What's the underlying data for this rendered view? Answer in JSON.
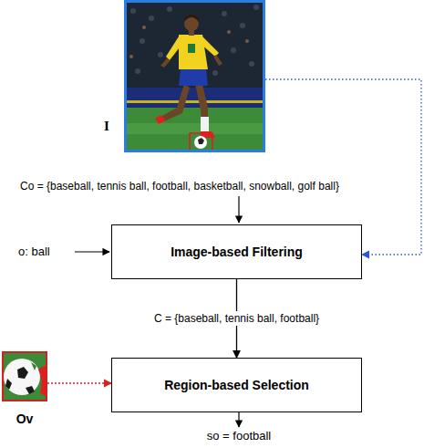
{
  "diagram": {
    "nodes": [
      {
        "text": [
          "I"
        ]
      },
      {
        "text": [
          "Image-based Filtering"
        ]
      },
      {
        "text": [
          "Ov"
        ]
      },
      {
        "text": [
          "Region-based Selection"
        ]
      }
    ],
    "edges": [
      {
        "from": 0,
        "to": 1,
        "arrow": "to"
      },
      {
        "from": 1,
        "to": 3,
        "arrow": "to",
        "label": "C = {baseball, tennis ball, football}"
      },
      {
        "from": 2,
        "to": 3,
        "arrow": "to"
      }
    ],
    "labels": [
      "Co = {baseball, tennis ball, football, basketball, snowball, golf ball}",
      "o: ball",
      "so = football"
    ]
  }
}
